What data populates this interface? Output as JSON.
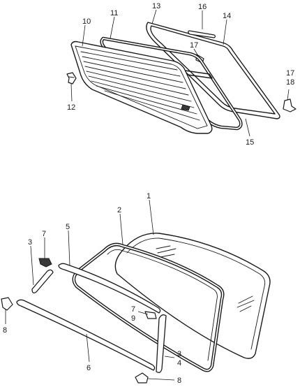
{
  "diagram": {
    "upper_assembly": {
      "callouts": [
        {
          "id": "c10",
          "text": "10"
        },
        {
          "id": "c11",
          "text": "11"
        },
        {
          "id": "c13",
          "text": "13"
        },
        {
          "id": "c16",
          "text": "16"
        },
        {
          "id": "c14",
          "text": "14"
        },
        {
          "id": "c17a",
          "text": "17"
        },
        {
          "id": "c17b",
          "text": "17"
        },
        {
          "id": "c18",
          "text": "18"
        },
        {
          "id": "c12",
          "text": "12"
        },
        {
          "id": "c15",
          "text": "15"
        }
      ]
    },
    "lower_assembly": {
      "callouts": [
        {
          "id": "c1",
          "text": "1"
        },
        {
          "id": "c2",
          "text": "2"
        },
        {
          "id": "c5",
          "text": "5"
        },
        {
          "id": "c7a",
          "text": "7"
        },
        {
          "id": "c3a",
          "text": "3"
        },
        {
          "id": "c7b",
          "text": "7"
        },
        {
          "id": "c9",
          "text": "9"
        },
        {
          "id": "c3b",
          "text": "3"
        },
        {
          "id": "c4",
          "text": "4"
        },
        {
          "id": "c8a",
          "text": "8"
        },
        {
          "id": "c6",
          "text": "6"
        },
        {
          "id": "c8b",
          "text": "8"
        }
      ]
    }
  }
}
